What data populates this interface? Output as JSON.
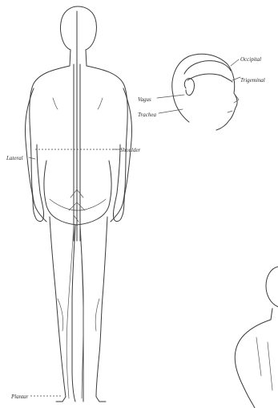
{
  "labels": {
    "occipital": "Occipital",
    "trigeminal": "Trigeminal",
    "vagus": "Vagus",
    "trachea": "Trachea",
    "lateral": "Lateral",
    "shoulder": "Shoulder",
    "plantar": "Plantar"
  }
}
